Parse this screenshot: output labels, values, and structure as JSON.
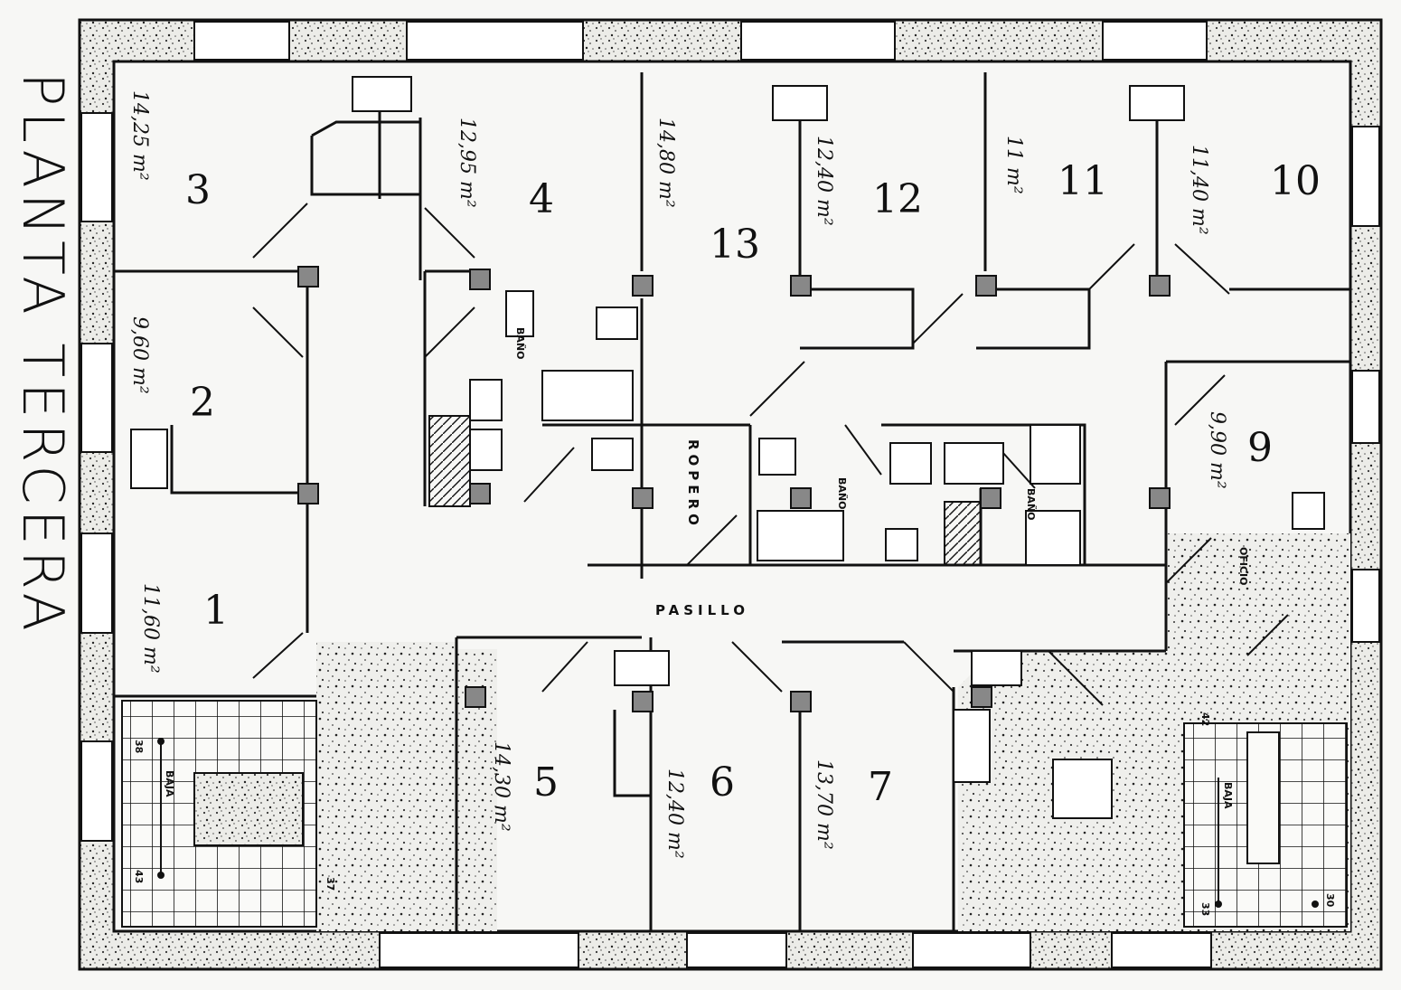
{
  "title": "PLANTA TERCERA",
  "rooms": [
    {
      "number": "3",
      "area": "14,25 m²"
    },
    {
      "number": "4",
      "area": "12,95 m²"
    },
    {
      "number": "13",
      "area": "14,80 m²"
    },
    {
      "number": "12",
      "area": "12,40 m²"
    },
    {
      "number": "11",
      "area": "11 m²"
    },
    {
      "number": "10",
      "area": "11,40 m²"
    },
    {
      "number": "2",
      "area": "9,60 m²"
    },
    {
      "number": "1",
      "area": "11,60 m²"
    },
    {
      "number": "9",
      "area": "9,90 m²"
    },
    {
      "number": "5",
      "area": "14,30 m²"
    },
    {
      "number": "6",
      "area": "12,40 m²"
    },
    {
      "number": "7",
      "area": "13,70 m²"
    }
  ],
  "labels": {
    "pasillo": "PASILLO",
    "ropero": "ROPERO",
    "bano_left": "BAÑO",
    "bano_center": "BAÑO",
    "bano_right": "BAÑO",
    "oficio": "OFICIO",
    "baja_left": "BAJA",
    "baja_right": "BAJA"
  },
  "stair_numbers": {
    "left_top": "38",
    "left_bottom": "43",
    "left_mid": "37",
    "right_top": "42",
    "right_bottom": "33",
    "right_end": "30"
  },
  "colors": {
    "ink": "#111111",
    "paper": "#f7f7f5",
    "hatch": "#9a9a9a"
  }
}
